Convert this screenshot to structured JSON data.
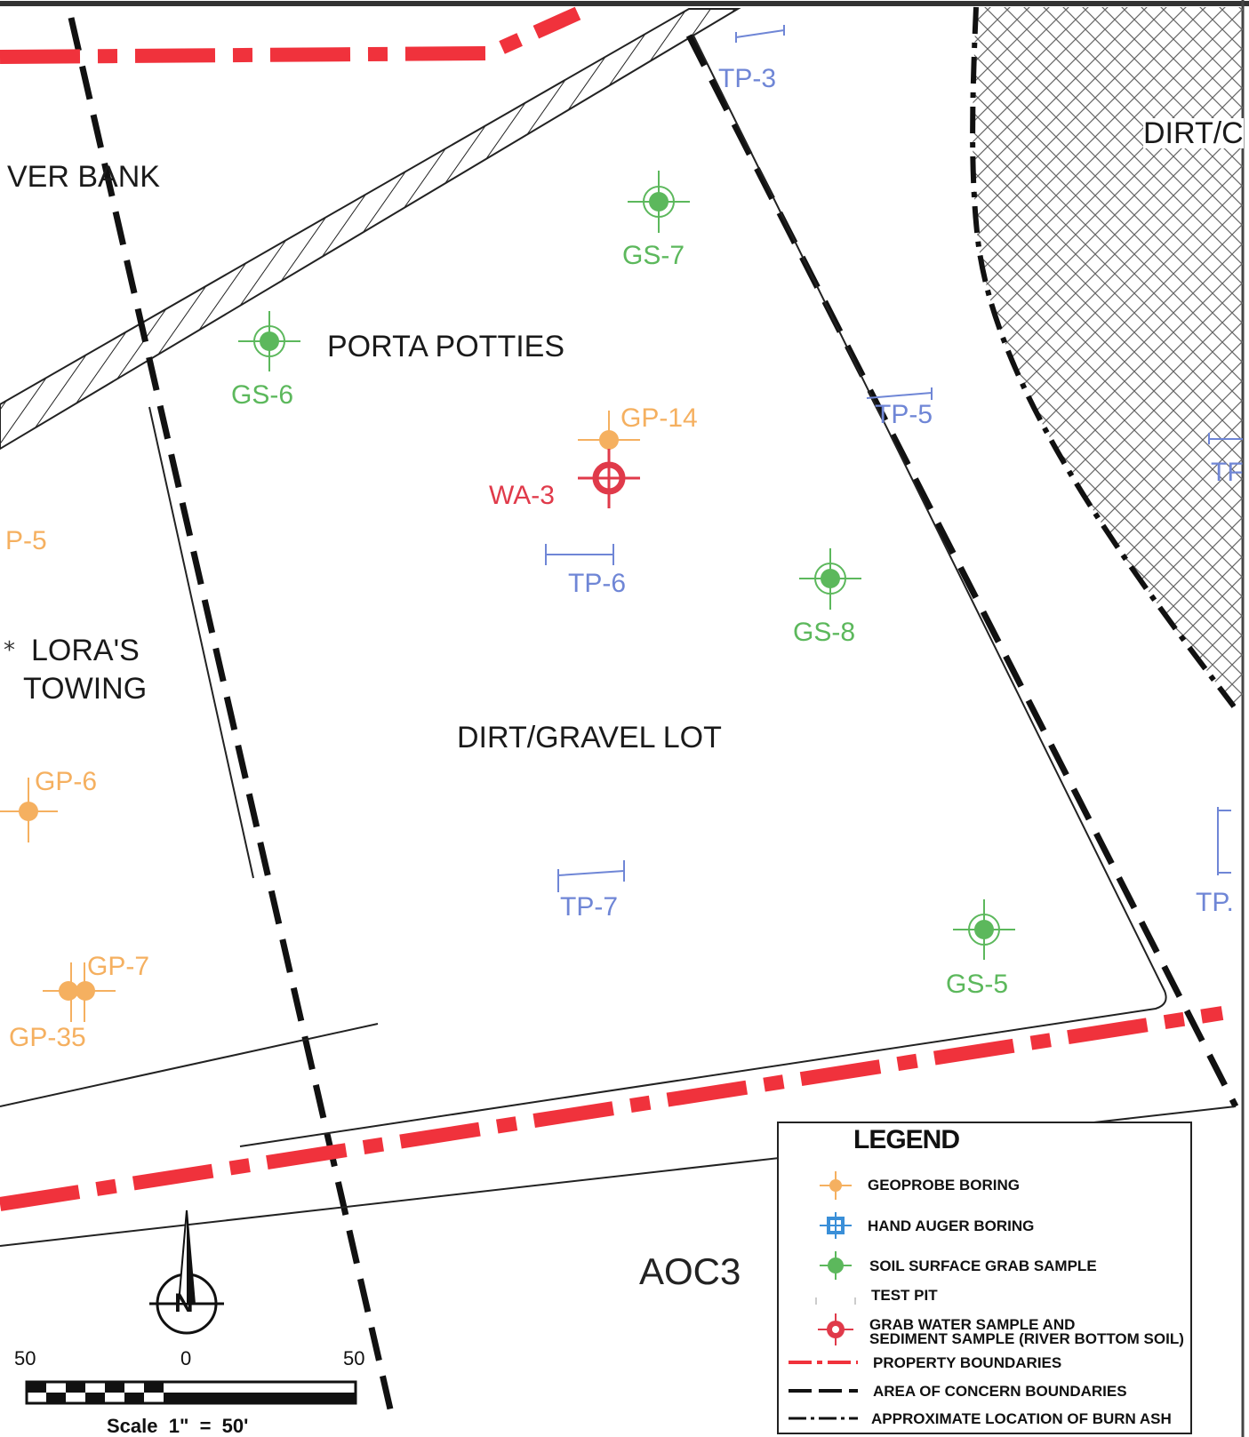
{
  "areas": {
    "river_bank": "VER BANK",
    "porta_potties": "PORTA POTTIES",
    "loras_towing_1": "LORA'S",
    "loras_towing_2": "TOWING",
    "dirt_gravel_lot": "DIRT/GRAVEL LOT",
    "dirt_partial": "DIRT/C",
    "aoc": "AOC3"
  },
  "samples": {
    "gs7": "GS-7",
    "gs6": "GS-6",
    "gs8": "GS-8",
    "gs5": "GS-5",
    "gp14": "GP-14",
    "gp5": "P-5",
    "gp6": "GP-6",
    "gp7": "GP-7",
    "gp35": "GP-35",
    "wa3": "WA-3",
    "tp3": "TP-3",
    "tp5": "TP-5",
    "tp6": "TP-6",
    "tp7": "TP-7",
    "tp_right1": "TF",
    "tp_right2": "TP."
  },
  "legend": {
    "title": "LEGEND",
    "items": [
      "GEOPROBE BORING",
      "HAND AUGER BORING",
      "SOIL SURFACE GRAB SAMPLE",
      "TEST PIT",
      "GRAB WATER SAMPLE AND",
      "SEDIMENT SAMPLE (RIVER BOTTOM SOIL)",
      "PROPERTY BOUNDARIES",
      "AREA OF CONCERN BOUNDARIES",
      "APPROXIMATE LOCATION OF BURN ASH"
    ]
  },
  "scale": {
    "left": "50",
    "zero": "0",
    "right": "50",
    "text": "Scale  1\"  =  50'"
  },
  "north": "N",
  "colors": {
    "property": "#f0323c",
    "gs": "#5cb85c",
    "gp": "#f5b060",
    "tp": "#6f86d6",
    "wa": "#e03a4a",
    "auger": "#3a8fd8"
  }
}
